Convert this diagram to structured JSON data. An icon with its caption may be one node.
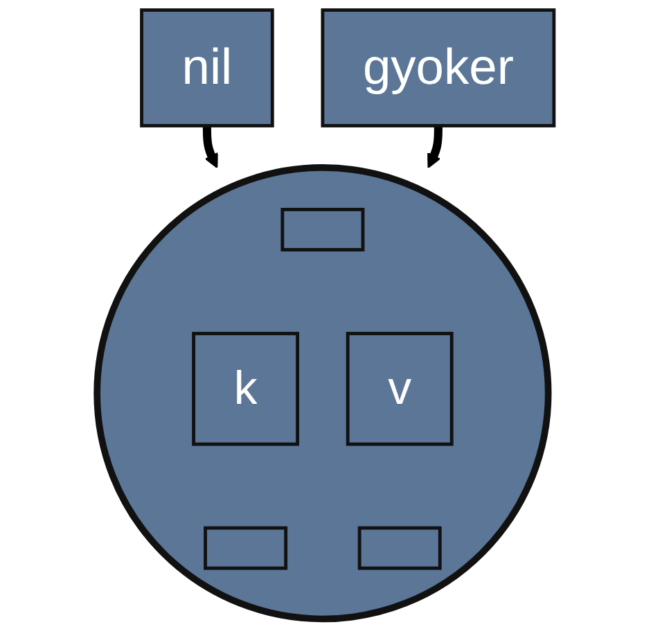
{
  "diagram": {
    "nodes": [
      {
        "text": [
          "nil"
        ]
      },
      {
        "text": [
          "gyoker"
        ]
      },
      {
        "text": [],
        "shape": "circle"
      },
      {
        "text": [],
        "shape": "box",
        "in": 2
      },
      {
        "text": [
          "k"
        ],
        "in": 2
      },
      {
        "text": [
          "v"
        ],
        "in": 2
      },
      {
        "text": [],
        "shape": "box",
        "in": 2
      },
      {
        "text": [],
        "shape": "box",
        "in": 2
      }
    ],
    "edges": [
      {
        "from": 0,
        "to": 2,
        "arrow": "to"
      },
      {
        "from": 1,
        "to": 2,
        "arrow": "to"
      }
    ]
  }
}
